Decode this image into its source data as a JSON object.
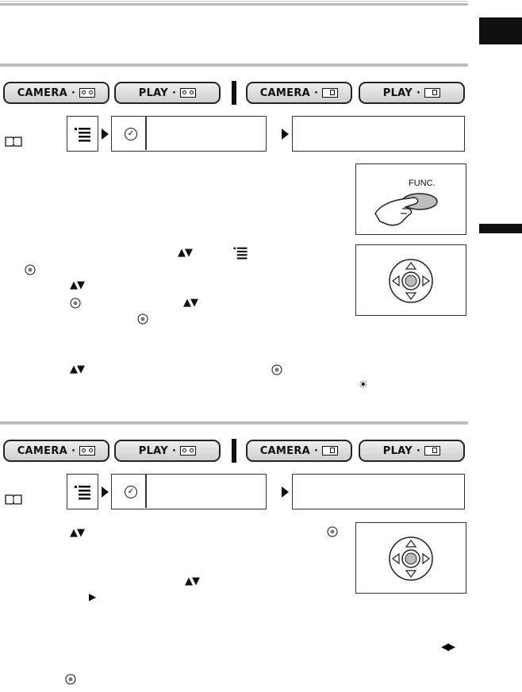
{
  "page": {
    "thumb_tab_color": "#0f0f0f",
    "rule_color": "#bdbdbd"
  },
  "modes": {
    "camera_tape": "CAMERA",
    "play_tape": "PLAY",
    "camera_card": "CAMERA",
    "play_card": "PLAY",
    "separator": "·"
  },
  "panels": {
    "func_button_label": "FUNC."
  },
  "icons": {
    "reference_book": "book-icon",
    "menu": "menu-icon",
    "check": "check-icon",
    "up_down": "▲▼",
    "left_right": "◀▶",
    "right": "▶",
    "brightness": "☀"
  }
}
